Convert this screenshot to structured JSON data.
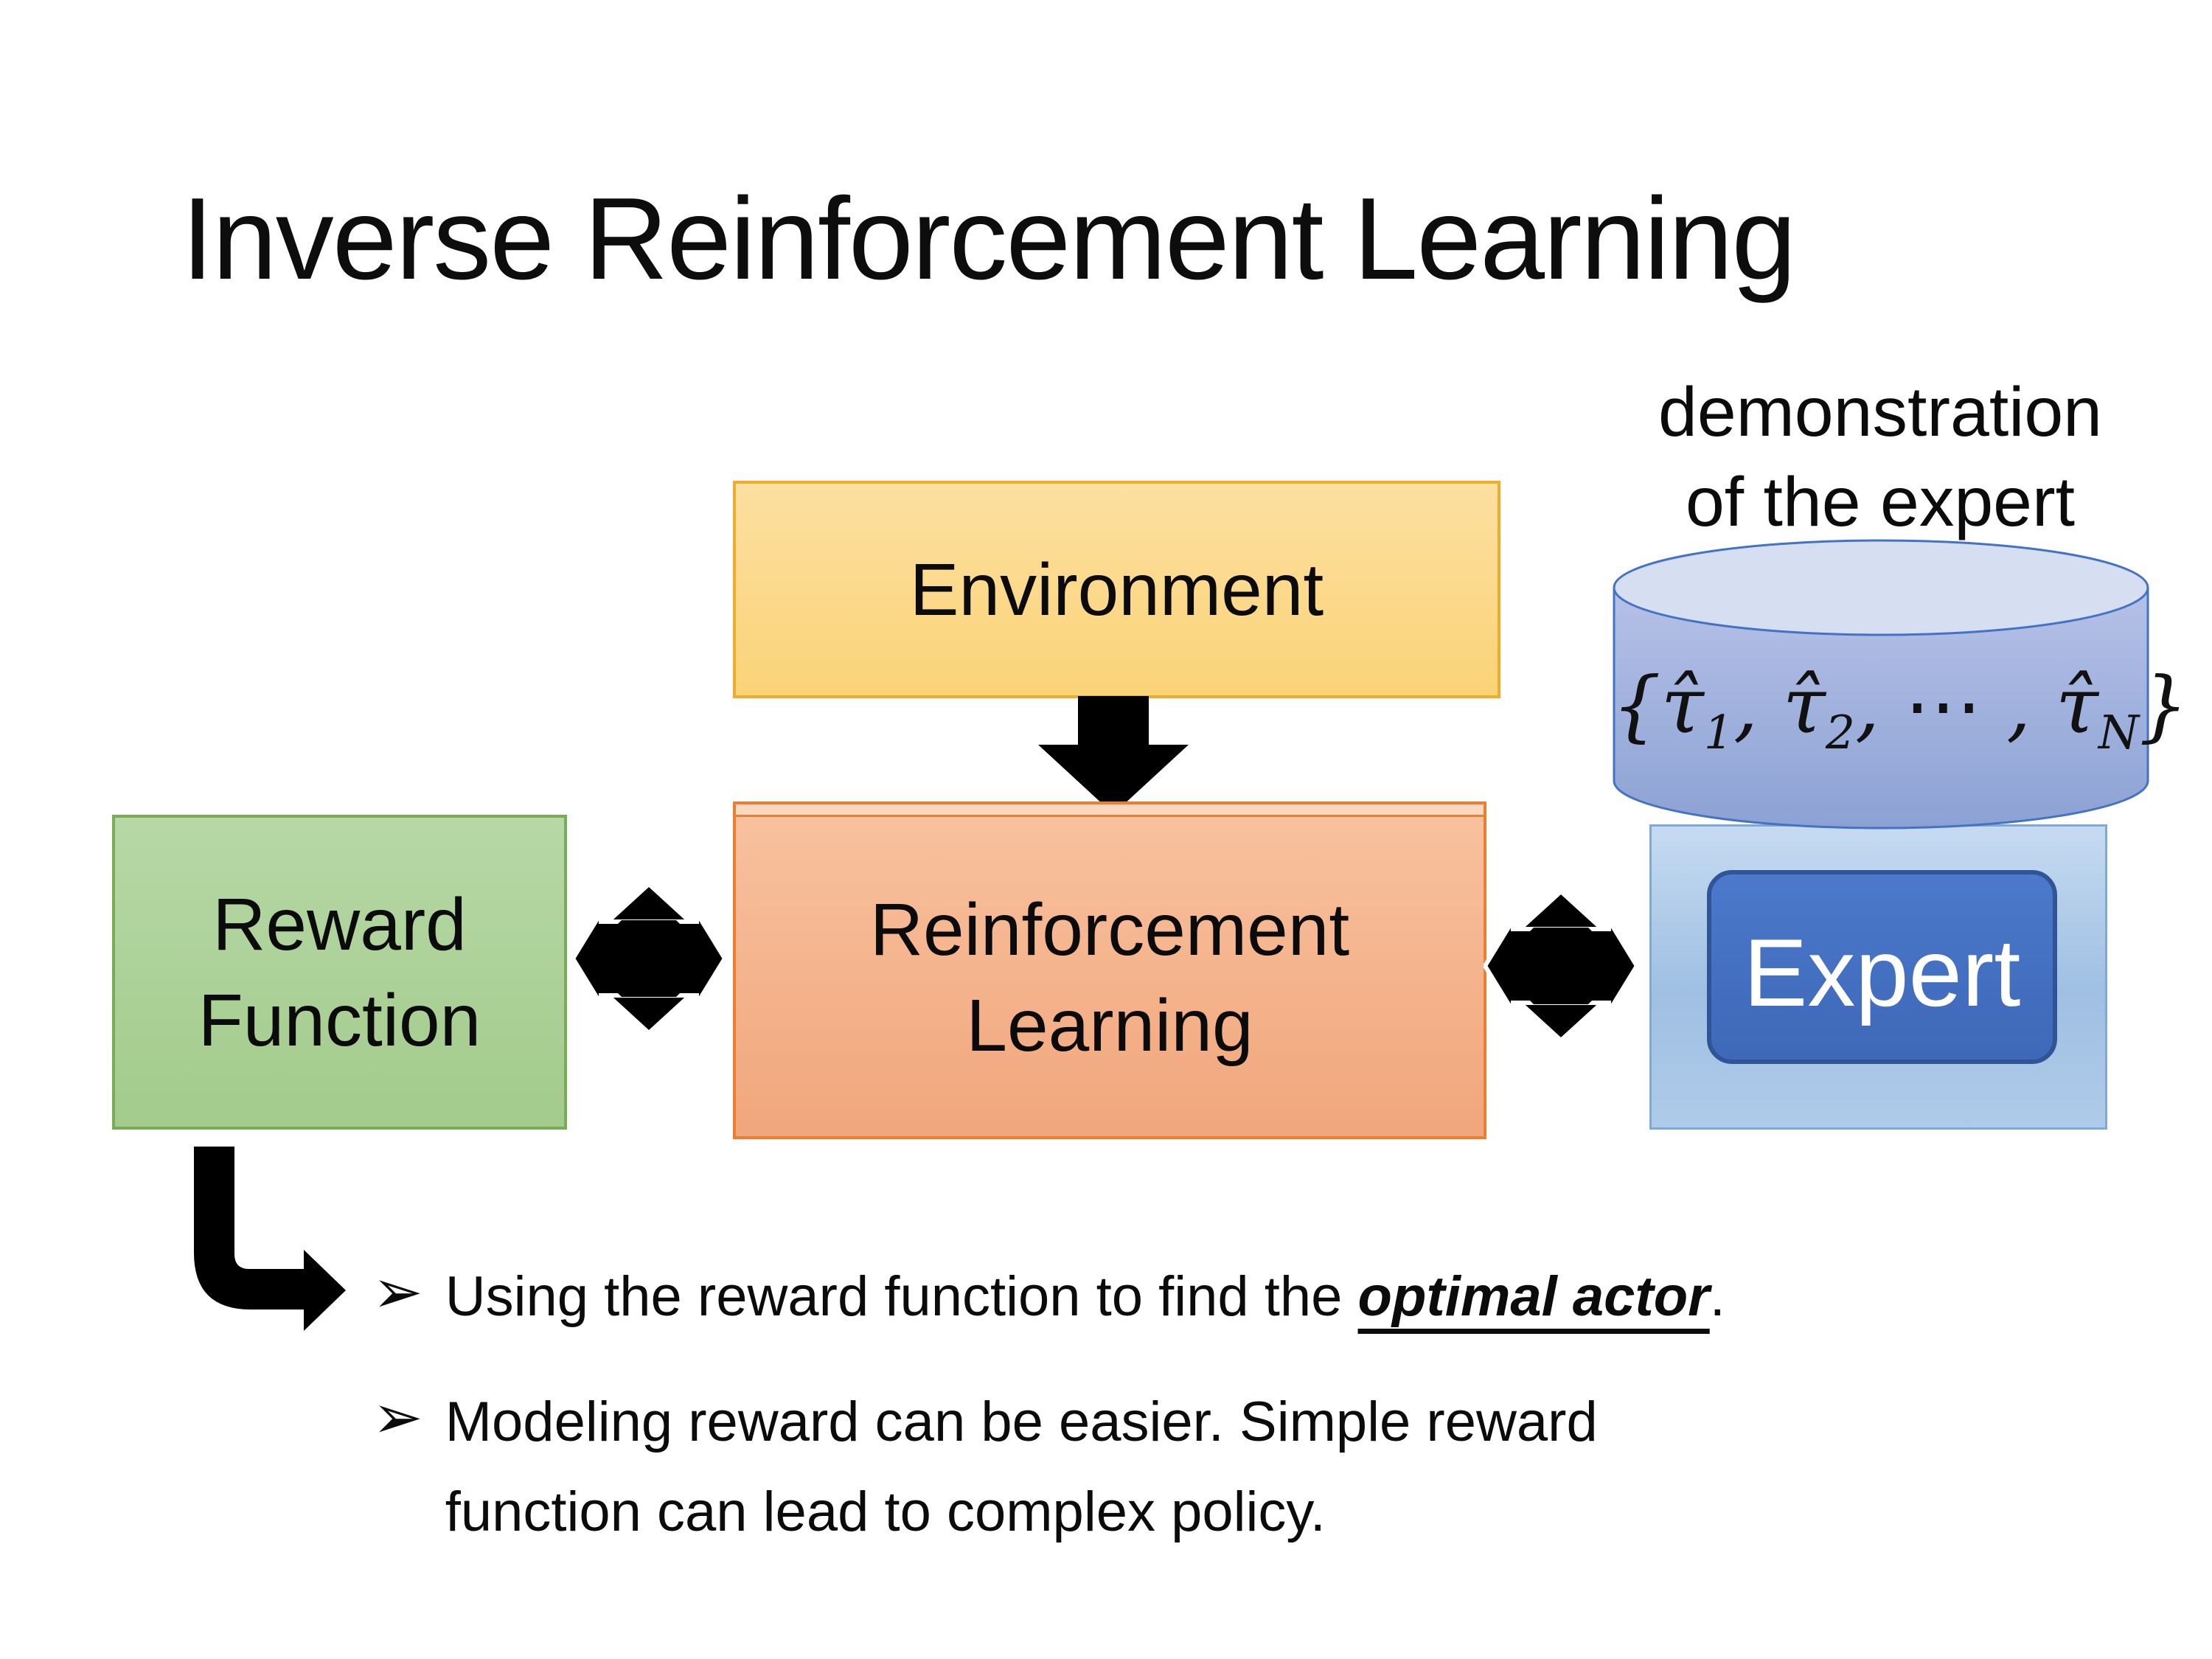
{
  "slide": {
    "title": "Inverse Reinforcement Learning",
    "annotation": {
      "line1": "demonstration",
      "line2": "of the expert"
    },
    "environment_box": {
      "label": "Environment"
    },
    "rl_box": {
      "line1": "Reinforcement",
      "line2": "Learning"
    },
    "reward_box": {
      "line1": "Reward",
      "line2": "Function"
    },
    "expert_box": {
      "label": "Expert"
    },
    "cylinder": {
      "formula": {
        "p0": "{τ̂",
        "s0": "1",
        "p1": ", τ̂",
        "s1": "2",
        "p2": ", ⋯ , τ̂",
        "s2": "N",
        "p3": "}"
      }
    },
    "bullets": {
      "marker": "➢",
      "item1": {
        "pre": "Using the reward function to find the ",
        "emphasis": "optimal actor",
        "post": "."
      },
      "item2": {
        "lines": [
          "Modeling reward can be easier. Simple reward",
          "function can lead to complex policy."
        ]
      }
    },
    "colors": {
      "environment_fill_top": "#FCE0A0",
      "environment_fill_bottom": "#FBD378",
      "environment_border": "#EEAD2D",
      "rl_fill_top": "#F8C29F",
      "rl_fill_bottom": "#F1A67C",
      "rl_border": "#ED7D31",
      "reward_fill_top": "#B7D8A6",
      "reward_fill_bottom": "#A3CB8C",
      "reward_border": "#78AD55",
      "expert_group_fill": "#A9C8E8",
      "expert_group_border": "#7FA9D6",
      "expert_fill": "#4472C4",
      "expert_border": "#2F5597",
      "expert_text": "#FFFFFF",
      "cylinder_body_top": "#B6C1E7",
      "cylinder_body_bottom": "#8CA2D4",
      "cylinder_top_fill": "#D6DEF2",
      "cylinder_border": "#4472C4",
      "arrow_color": "#000000",
      "text_color": "#0B0B0B",
      "background": "#FFFFFF"
    }
  }
}
